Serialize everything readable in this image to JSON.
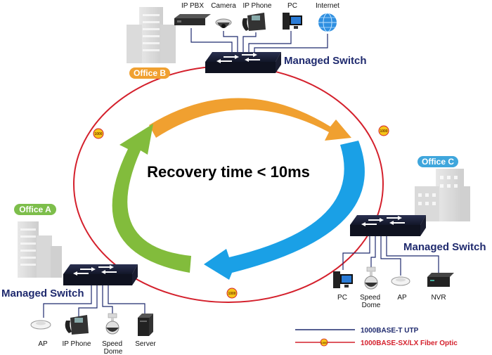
{
  "center_text": "Recovery time < 10ms",
  "colors": {
    "fiber_ring": "#d4202c",
    "utp_line": "#1f2a6e",
    "arrow_orange": "#f0a030",
    "arrow_blue": "#1aa0e6",
    "arrow_green": "#82bc3c",
    "office_a": "#7dbe4b",
    "office_b": "#f0a030",
    "office_c": "#3fa6dc"
  },
  "badge_label": "1000",
  "offices": {
    "a": {
      "label": "Office A",
      "switch_label": "Managed Switch",
      "devices": [
        "AP",
        "IP Phone",
        "Speed\nDome",
        "Server"
      ]
    },
    "b": {
      "label": "Office B",
      "switch_label": "Managed Switch",
      "devices": [
        "IP PBX",
        "Camera",
        "IP Phone",
        "PC",
        "Internet"
      ]
    },
    "c": {
      "label": "Office C",
      "switch_label": "Managed Switch",
      "devices": [
        "PC",
        "Speed\nDome",
        "AP",
        "NVR"
      ]
    }
  },
  "legend": {
    "utp": "1000BASE-T UTP",
    "fiber": "1000BASE-SX/LX Fiber Optic"
  }
}
